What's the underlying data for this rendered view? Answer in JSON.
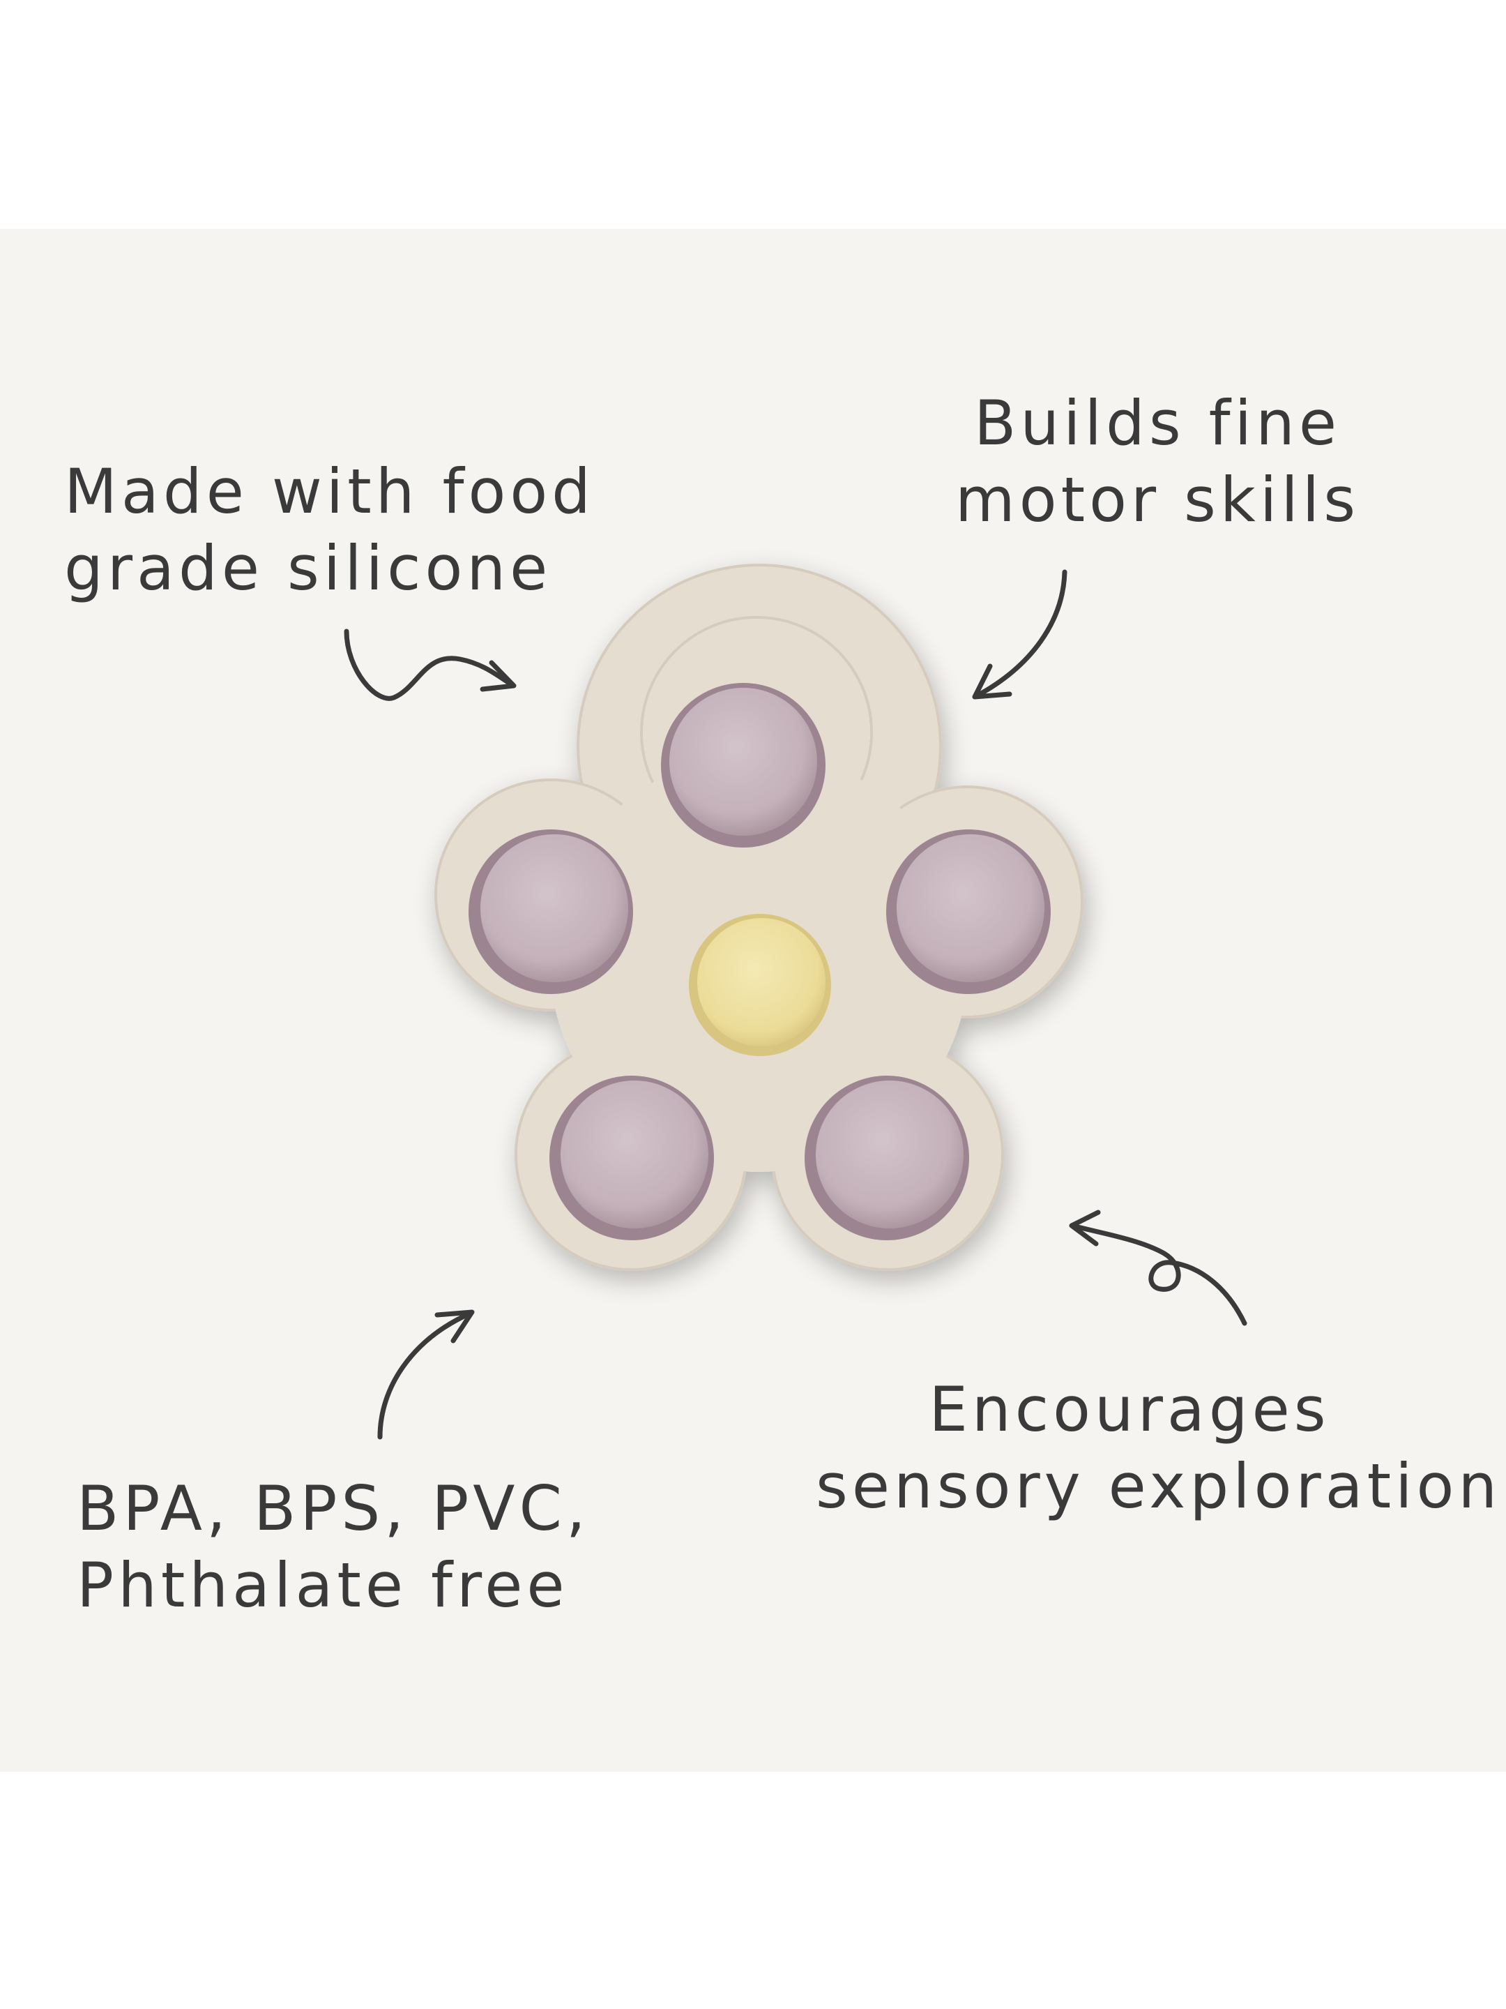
{
  "captions": {
    "food_grade": [
      "Made with food",
      "grade silicone"
    ],
    "fine_motor": [
      "Builds fine",
      "motor skills"
    ],
    "bpa_free": [
      "BPA, BPS, PVC,",
      "Phthalate free"
    ],
    "sensory": [
      "Encourages",
      "sensory exploration"
    ]
  },
  "colors": {
    "panel_background": "#f5f4f0",
    "toy_body": "#e4ddd0",
    "petal_pop": "#c9b7c0",
    "center_pop": "#efe2a3",
    "text": "#3a3a3a"
  },
  "icons": {
    "arrows": [
      "squiggle-arrow-icon",
      "curved-arrow-icon",
      "curved-arrow-icon",
      "loop-arrow-icon"
    ]
  }
}
